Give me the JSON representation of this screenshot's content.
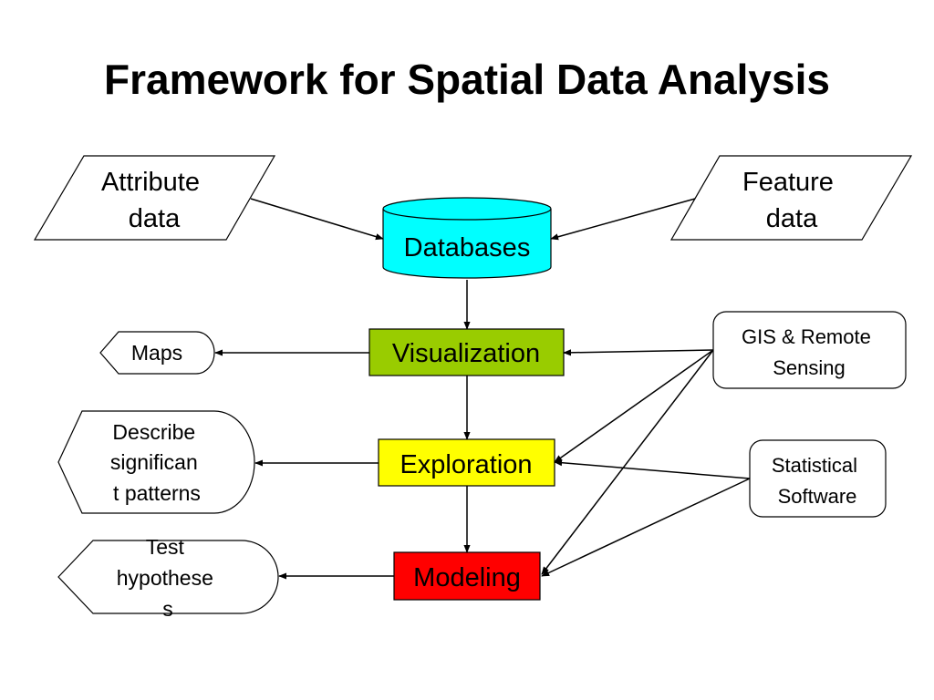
{
  "title": "Framework for Spatial Data Analysis",
  "nodes": {
    "attribute_data": {
      "lines": [
        "Attribute",
        "data"
      ]
    },
    "feature_data": {
      "lines": [
        "Feature",
        "data"
      ]
    },
    "databases": {
      "label": "Databases",
      "color": "#00FFFF"
    },
    "visualization": {
      "label": "Visualization",
      "color": "#99CC00"
    },
    "exploration": {
      "label": "Exploration",
      "color": "#FFFF00"
    },
    "modeling": {
      "label": "Modeling",
      "color": "#FF0000"
    },
    "maps": {
      "label": "Maps"
    },
    "describe": {
      "lines": [
        "Describe",
        "significan",
        "t patterns"
      ]
    },
    "test": {
      "lines": [
        "Test",
        "hypothese",
        "s"
      ]
    },
    "gis": {
      "lines": [
        "GIS & Remote",
        "Sensing"
      ]
    },
    "statistical": {
      "lines": [
        "Statistical",
        "Software"
      ]
    }
  }
}
